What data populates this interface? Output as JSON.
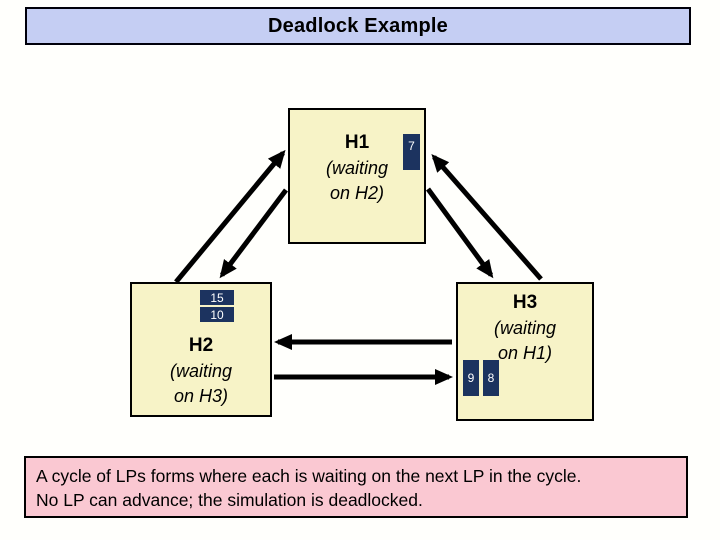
{
  "title": "Deadlock Example",
  "nodes": [
    {
      "name": "H1",
      "waiting_line1": "(waiting",
      "waiting_line2": "on H2)",
      "queue": [
        "7"
      ]
    },
    {
      "name": "H2",
      "waiting_line1": "(waiting",
      "waiting_line2": "on H3)",
      "queue": [
        "15",
        "10"
      ]
    },
    {
      "name": "H3",
      "waiting_line1": "(waiting",
      "waiting_line2": "on H1)",
      "queue": [
        "9",
        "8"
      ]
    }
  ],
  "edges": [
    {
      "from": "H2",
      "to": "H1"
    },
    {
      "from": "H1",
      "to": "H2"
    },
    {
      "from": "H3",
      "to": "H1"
    },
    {
      "from": "H1",
      "to": "H3"
    },
    {
      "from": "H3",
      "to": "H2"
    },
    {
      "from": "H2",
      "to": "H3"
    }
  ],
  "caption": {
    "line1": "A cycle of LPs forms where each is waiting on the next LP in the cycle.",
    "line2": "No LP can advance; the simulation is deadlocked."
  },
  "colors": {
    "page_bg": "#fffffc",
    "title_bg": "#c5cef3",
    "node_bg": "#f7f3c7",
    "queue_bg": "#1c335f",
    "caption_bg": "#fac8d2",
    "arrow": "#000000"
  }
}
